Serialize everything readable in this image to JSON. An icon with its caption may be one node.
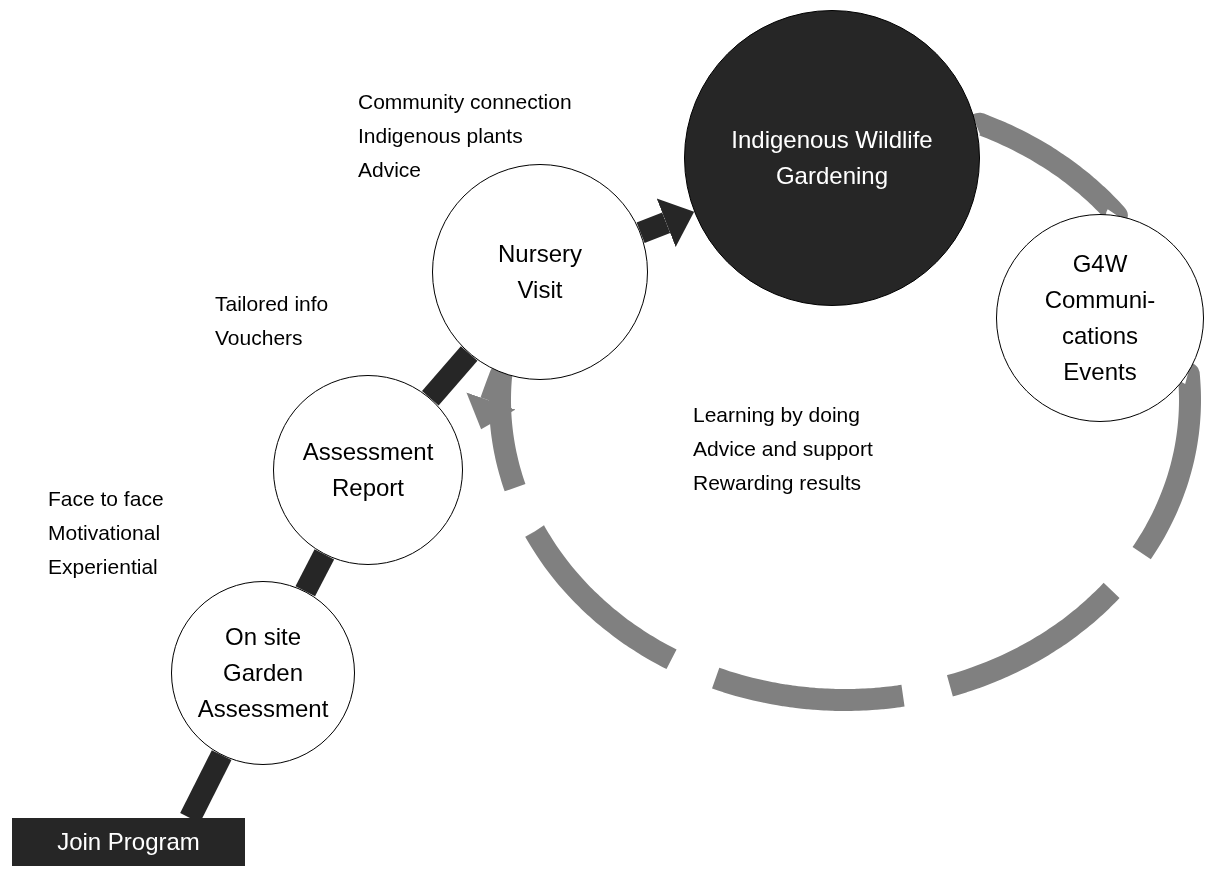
{
  "diagram": {
    "nodes": [
      {
        "text": [
          "Join Program"
        ]
      },
      {
        "text": [
          "On site Garden Assessment"
        ],
        "beside": [
          "Face to face",
          "Motivational",
          "Experiential"
        ]
      },
      {
        "text": [
          "Assessment Report"
        ],
        "beside": [
          "Tailored info",
          "Vouchers"
        ]
      },
      {
        "text": [
          "Nursery Visit"
        ],
        "beside": [
          "Community connection",
          "Indigenous plants",
          "Advice"
        ]
      },
      {
        "text": [
          "Indigenous Wildlife Gardening"
        ]
      },
      {
        "text": [
          "G4W Communi- cations Events"
        ]
      }
    ],
    "edges": [
      {
        "from": 0,
        "to": 1,
        "arrow": "none"
      },
      {
        "from": 1,
        "to": 2,
        "arrow": "none"
      },
      {
        "from": 2,
        "to": 3,
        "arrow": "none"
      },
      {
        "from": 3,
        "to": 4,
        "arrow": "to"
      },
      {
        "from": 4,
        "to": 5,
        "arrow": "none",
        "color": "#808080"
      },
      {
        "from": 5,
        "to": 3,
        "arrow": "to",
        "style": "dashed",
        "color": "#808080"
      }
    ],
    "labels": [
      "Learning by doing",
      "Advice and support",
      "Rewarding results"
    ]
  }
}
